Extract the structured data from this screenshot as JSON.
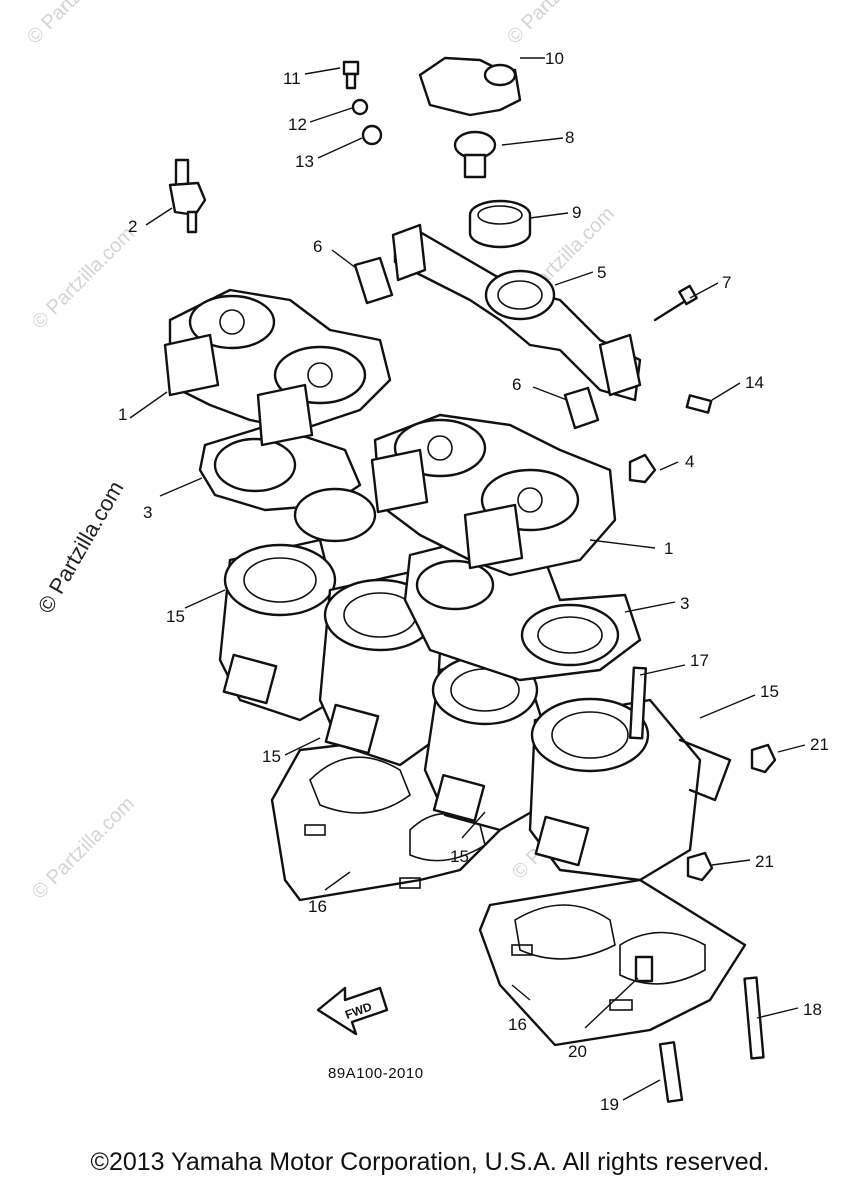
{
  "callouts": {
    "c1a": "1",
    "c1b": "1",
    "c2": "2",
    "c3a": "3",
    "c3b": "3",
    "c4": "4",
    "c5": "5",
    "c6a": "6",
    "c6b": "6",
    "c7": "7",
    "c8": "8",
    "c9": "9",
    "c10": "10",
    "c11": "11",
    "c12": "12",
    "c13": "13",
    "c14": "14",
    "c15a": "15",
    "c15b": "15",
    "c15c": "15",
    "c15d": "15",
    "c16a": "16",
    "c16b": "16",
    "c17": "17",
    "c18": "18",
    "c19": "19",
    "c20": "20",
    "c21a": "21",
    "c21b": "21"
  },
  "diagram_code": "89A100-2010",
  "fwd_label": "FWD",
  "watermark": "© Partzilla.com",
  "copyright": "©2013 Yamaha Motor Corporation, U.S.A. All rights reserved."
}
